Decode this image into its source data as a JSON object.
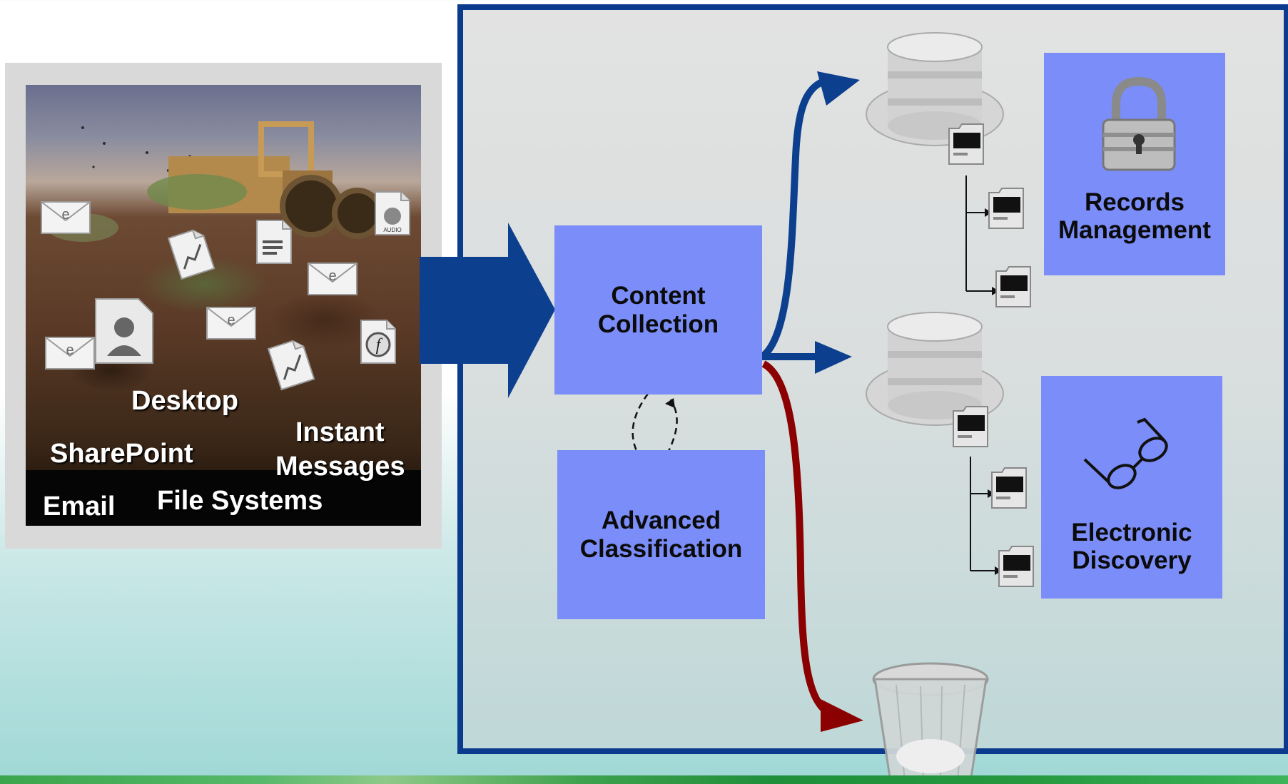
{
  "sources": {
    "desktop": "Desktop",
    "sharepoint": "SharePoint",
    "instant_messages_line1": "Instant",
    "instant_messages_line2": "Messages",
    "email": "Email",
    "file_systems": "File Systems"
  },
  "nodes": {
    "content_collection": {
      "line1": "Content",
      "line2": "Collection"
    },
    "advanced_classification": {
      "line1": "Advanced",
      "line2": "Classification"
    },
    "records_management": {
      "line1": "Records",
      "line2": "Management"
    },
    "electronic_discovery": {
      "line1": "Electronic",
      "line2": "Discovery"
    }
  },
  "colors": {
    "frame_border": "#0a3b8c",
    "box_fill": "#7b8df8",
    "arrow_blue": "#0d3f8f",
    "arrow_red": "#8b0000",
    "panel_gray": "#d9d9d9"
  },
  "icons": [
    "envelope-icon",
    "document-icon",
    "audio-file-icon",
    "flash-file-icon",
    "chart-file-icon",
    "contact-file-icon",
    "database-icon",
    "folder-icon",
    "padlock-icon",
    "eyeglasses-icon",
    "trash-can-icon"
  ]
}
